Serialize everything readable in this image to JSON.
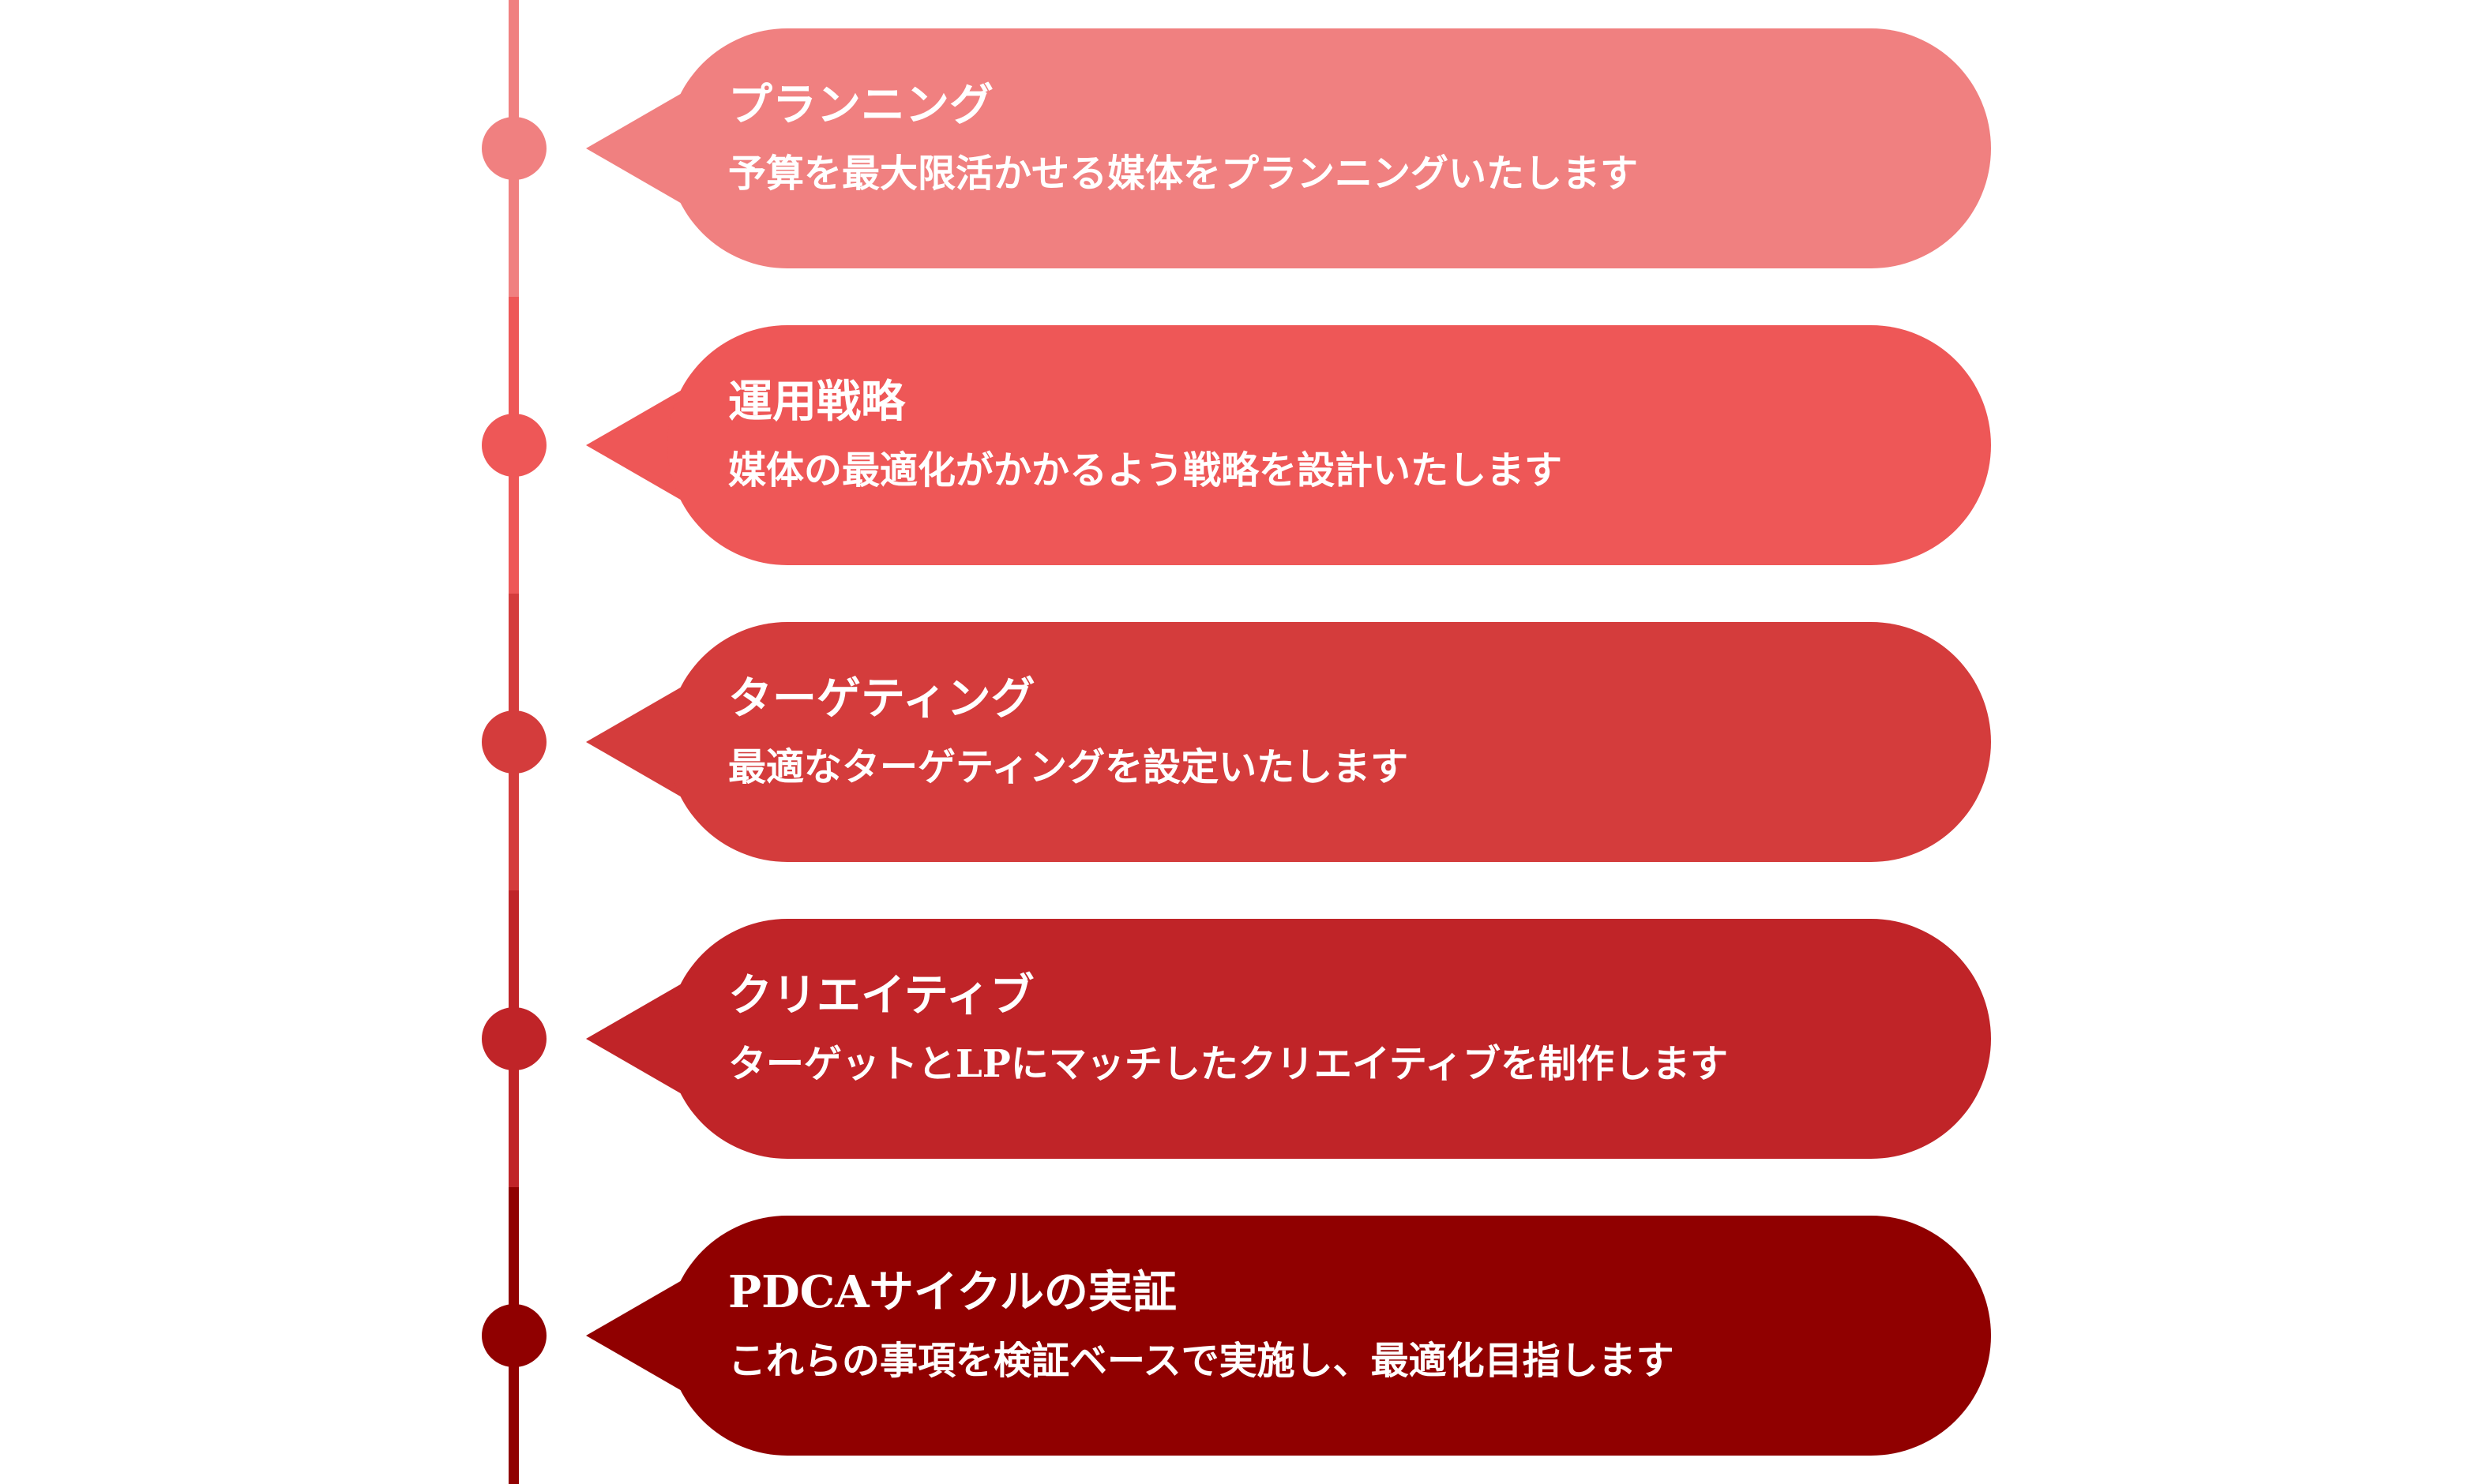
{
  "steps": [
    {
      "title": "プランニング",
      "description": "予算を最大限活かせる媒体をプランニングいたします",
      "color": "#F08080"
    },
    {
      "title": "運用戦略",
      "description": "媒体の最適化がかかるよう戦略を設計いたします",
      "color": "#EE5757"
    },
    {
      "title": "ターゲティング",
      "description": "最適なターゲティングを設定いたします",
      "color": "#D43C3C"
    },
    {
      "title": "クリエイティブ",
      "description": "ターゲットとLPにマッチしたクリエイティブを制作します",
      "color": "#C02428"
    },
    {
      "title": "PDCAサイクルの実証",
      "description": "これらの事項を検証ベースで実施し、最適化目指します",
      "color": "#900000"
    }
  ]
}
